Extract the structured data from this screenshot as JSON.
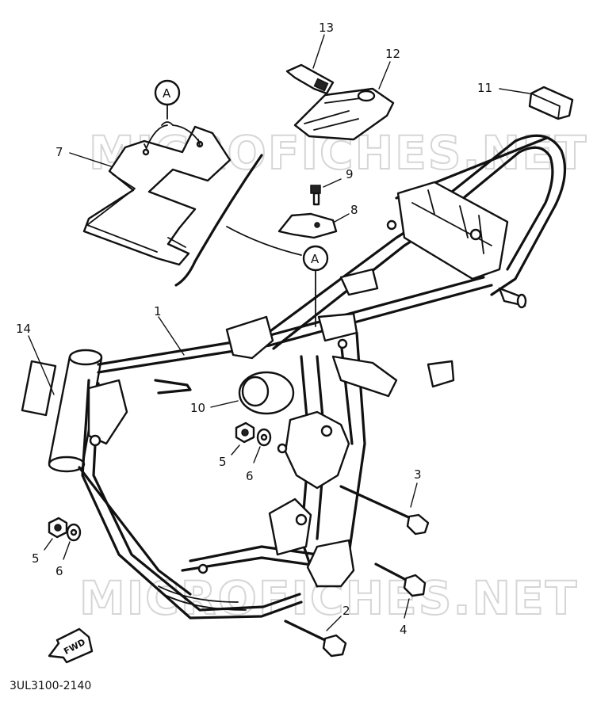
{
  "watermark": "MICROFICHES.NET",
  "diagram_code": "3UL3100-2140",
  "forward_label": "FWD",
  "callout_letter": "A",
  "parts": [
    {
      "ref": "1",
      "label": "1"
    },
    {
      "ref": "2",
      "label": "2"
    },
    {
      "ref": "3",
      "label": "3"
    },
    {
      "ref": "4",
      "label": "4"
    },
    {
      "ref": "5",
      "label": "5"
    },
    {
      "ref": "6",
      "label": "6"
    },
    {
      "ref": "7",
      "label": "7"
    },
    {
      "ref": "8",
      "label": "8"
    },
    {
      "ref": "9",
      "label": "9"
    },
    {
      "ref": "10",
      "label": "10"
    },
    {
      "ref": "11",
      "label": "11"
    },
    {
      "ref": "12",
      "label": "12"
    },
    {
      "ref": "13",
      "label": "13"
    },
    {
      "ref": "14",
      "label": "14"
    }
  ]
}
